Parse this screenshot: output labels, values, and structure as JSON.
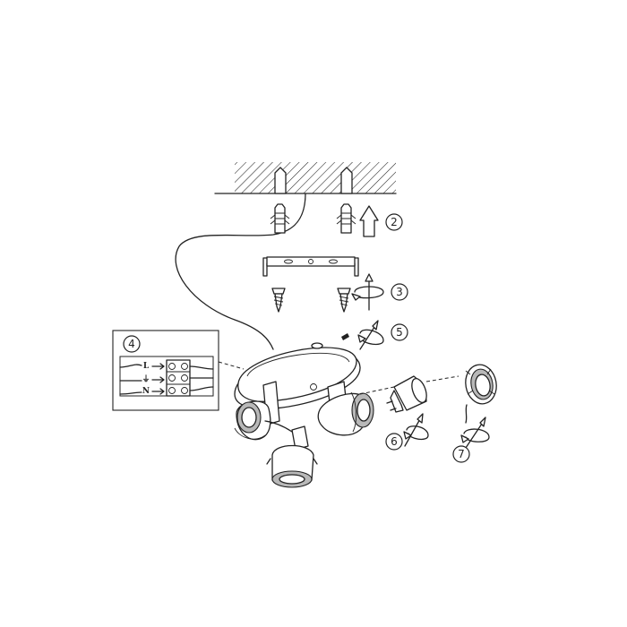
{
  "steps": [
    {
      "id": "step-2",
      "label": "2"
    },
    {
      "id": "step-3",
      "label": "3"
    },
    {
      "id": "step-4",
      "label": "4"
    },
    {
      "id": "step-5",
      "label": "5"
    },
    {
      "id": "step-6",
      "label": "6"
    },
    {
      "id": "step-7",
      "label": "7"
    }
  ],
  "terminals": [
    {
      "id": "live",
      "label": "L"
    },
    {
      "id": "earth",
      "label": "⏚"
    },
    {
      "id": "neutral",
      "label": "N"
    }
  ]
}
